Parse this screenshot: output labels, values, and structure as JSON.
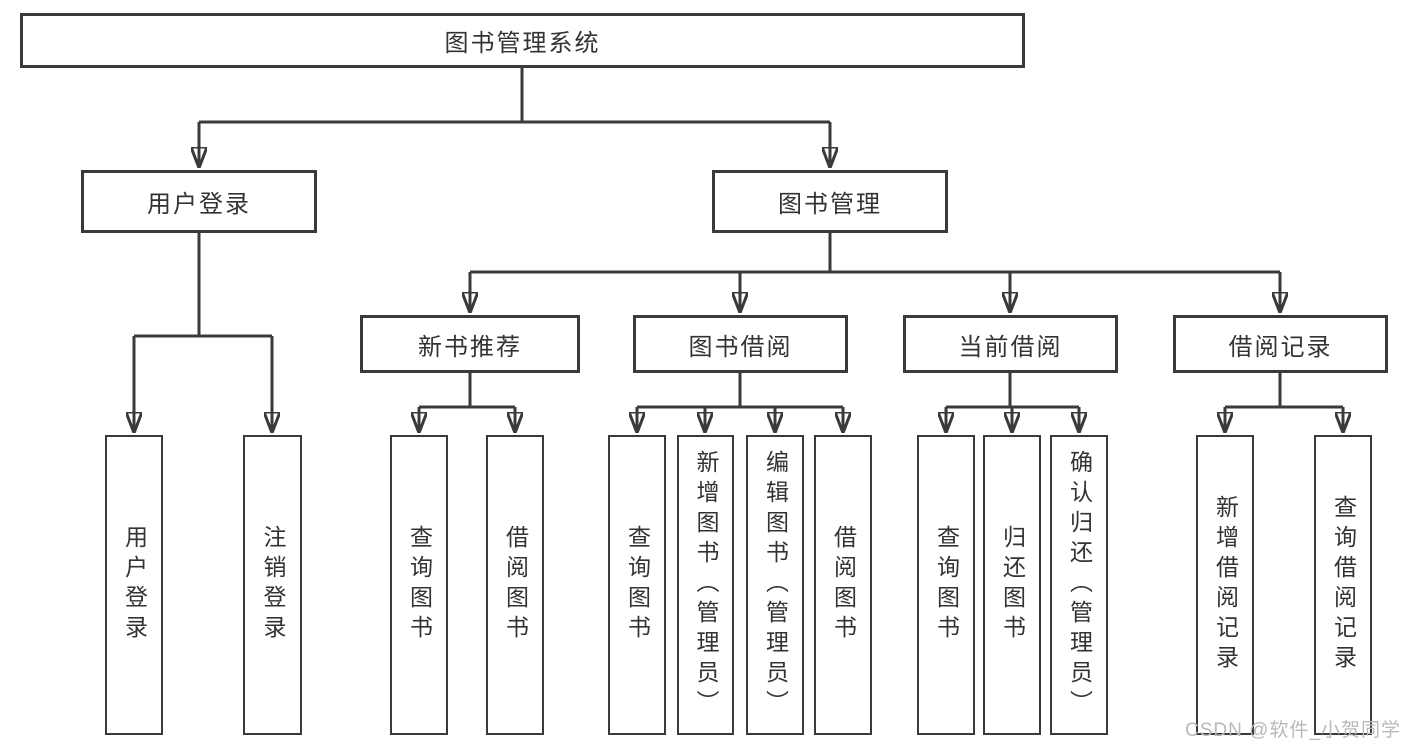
{
  "tree": {
    "root": {
      "label": "图书管理系统"
    },
    "children": [
      {
        "label": "用户登录",
        "children": [
          {
            "label": "用户登录"
          },
          {
            "label": "注销登录"
          }
        ]
      },
      {
        "label": "图书管理",
        "children": [
          {
            "label": "新书推荐",
            "children": [
              {
                "label": "查询图书"
              },
              {
                "label": "借阅图书"
              }
            ]
          },
          {
            "label": "图书借阅",
            "children": [
              {
                "label": "查询图书"
              },
              {
                "label": "新增图书（管理员）"
              },
              {
                "label": "编辑图书（管理员）"
              },
              {
                "label": "借阅图书"
              }
            ]
          },
          {
            "label": "当前借阅",
            "children": [
              {
                "label": "查询图书"
              },
              {
                "label": "归还图书"
              },
              {
                "label": "确认归还（管理员）"
              }
            ]
          },
          {
            "label": "借阅记录",
            "children": [
              {
                "label": "新增借阅记录"
              },
              {
                "label": "查询借阅记录"
              }
            ]
          }
        ]
      }
    ]
  },
  "watermark": {
    "text": "CSDN @软件_小贺同学"
  },
  "colors": {
    "line": "#3a3a3a",
    "text": "#333333",
    "box_background": "#ffffff",
    "watermark": "#b9b9b9",
    "background": "#ffffff"
  }
}
